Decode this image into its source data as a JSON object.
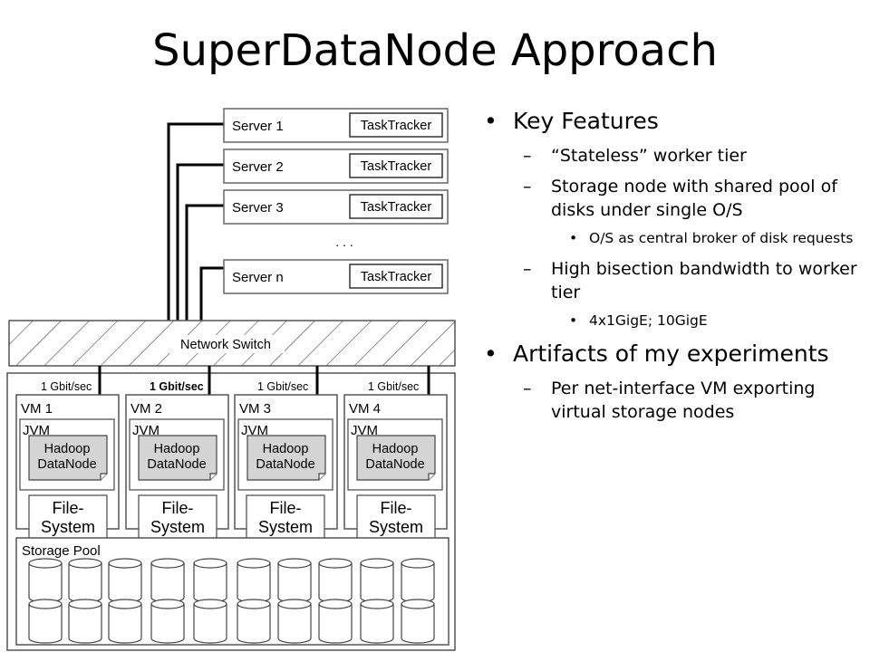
{
  "title": "SuperDataNode Approach",
  "diagram": {
    "servers": [
      {
        "name": "Server 1",
        "tracker": "TaskTracker"
      },
      {
        "name": "Server 2",
        "tracker": "TaskTracker"
      },
      {
        "name": "Server 3",
        "tracker": "TaskTracker"
      },
      {
        "name": "Server n",
        "tracker": "TaskTracker"
      }
    ],
    "ellipsis": ". . .",
    "switch_label": "Network Switch",
    "links": [
      "1 Gbit/sec",
      "1 Gbit/sec",
      "1 Gbit/sec",
      "1 Gbit/sec"
    ],
    "vms": [
      {
        "name": "VM 1",
        "jvm": "JVM",
        "node_line1": "Hadoop",
        "node_line2": "DataNode",
        "fs_line1": "File-",
        "fs_line2": "System"
      },
      {
        "name": "VM 2",
        "jvm": "JVM",
        "node_line1": "Hadoop",
        "node_line2": "DataNode",
        "fs_line1": "File-",
        "fs_line2": "System"
      },
      {
        "name": "VM 3",
        "jvm": "JVM",
        "node_line1": "Hadoop",
        "node_line2": "DataNode",
        "fs_line1": "File-",
        "fs_line2": "System"
      },
      {
        "name": "VM 4",
        "jvm": "JVM",
        "node_line1": "Hadoop",
        "node_line2": "DataNode",
        "fs_line1": "File-",
        "fs_line2": "System"
      }
    ],
    "storage_label": "Storage Pool"
  },
  "bullets": {
    "b1": "Key Features",
    "b1_1": "“Stateless” worker tier",
    "b1_2": "Storage node with shared pool of disks under single O/S",
    "b1_2_1": "O/S as central broker of disk requests",
    "b1_3": "High bisection bandwidth to worker tier",
    "b1_3_1": "4x1GigE; 10GigE",
    "b2": "Artifacts of my experiments",
    "b2_1": "Per net-interface VM exporting virtual storage nodes"
  }
}
